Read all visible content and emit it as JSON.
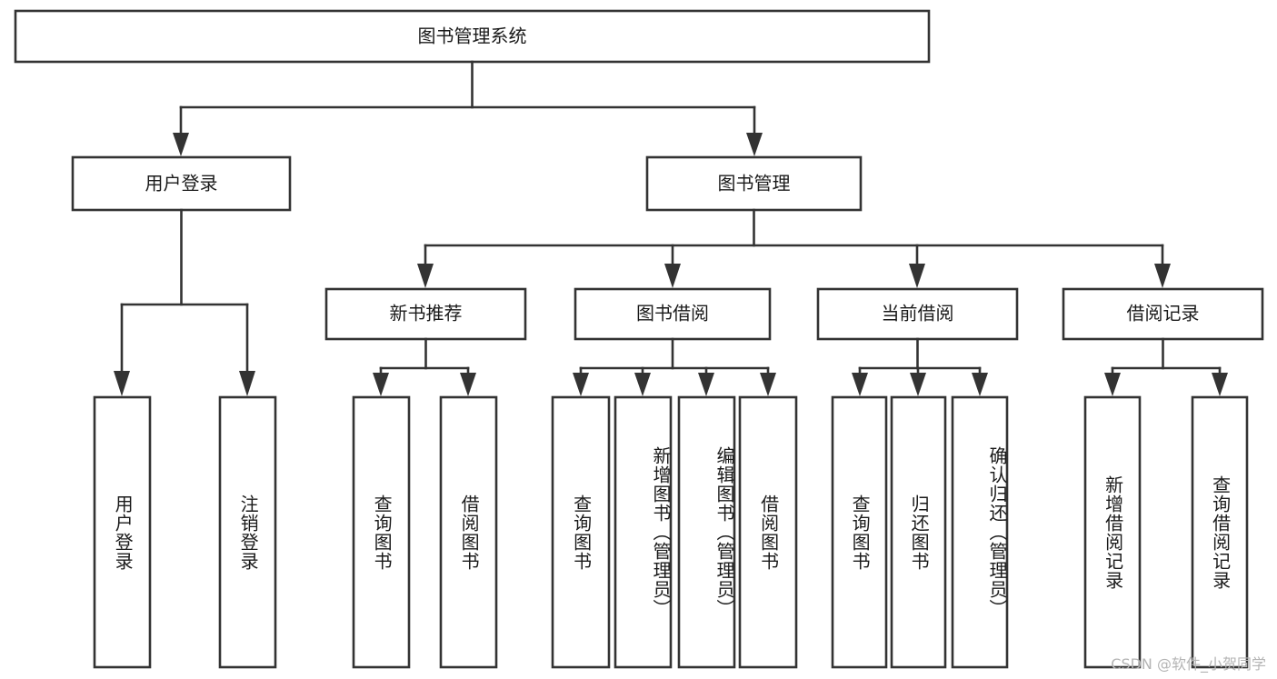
{
  "diagram": {
    "type": "tree",
    "title": "图书管理系统",
    "root": {
      "label": "图书管理系统",
      "level": 0
    },
    "level1": [
      {
        "label": "用户登录"
      },
      {
        "label": "图书管理"
      }
    ],
    "level2": [
      {
        "label": "新书推荐",
        "parent": "图书管理"
      },
      {
        "label": "图书借阅",
        "parent": "图书管理"
      },
      {
        "label": "当前借阅",
        "parent": "图书管理"
      },
      {
        "label": "借阅记录",
        "parent": "图书管理"
      }
    ],
    "leaves": {
      "user_login": [
        {
          "label": "用户登录"
        },
        {
          "label": "注销登录"
        }
      ],
      "new_book": [
        {
          "label": "查询图书"
        },
        {
          "label": "借阅图书"
        }
      ],
      "book_borrow": [
        {
          "label": "查询图书"
        },
        {
          "label": "新增图书（管理员）"
        },
        {
          "label": "编辑图书（管理员）"
        },
        {
          "label": "借阅图书"
        }
      ],
      "current_borrow": [
        {
          "label": "查询图书"
        },
        {
          "label": "归还图书"
        },
        {
          "label": "确认归还（管理员）"
        }
      ],
      "borrow_record": [
        {
          "label": "新增借阅记录"
        },
        {
          "label": "查询借阅记录"
        }
      ]
    }
  },
  "watermark": {
    "text": "CSDN @软件_小贺同学"
  },
  "colors": {
    "stroke": "#333333",
    "fill": "#ffffff",
    "text": "#1a1a1a",
    "watermark": "#b4b4b4"
  }
}
